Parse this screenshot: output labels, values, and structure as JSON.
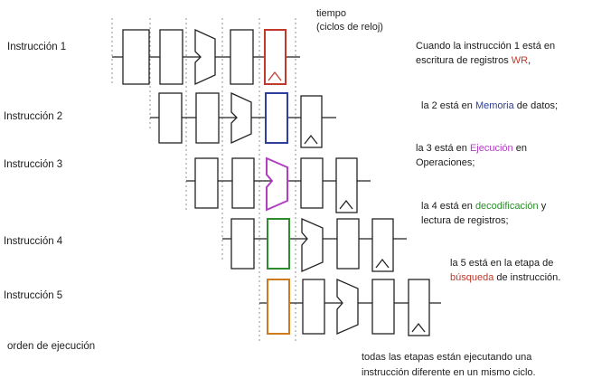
{
  "header": {
    "tiempo_line1": "tiempo",
    "tiempo_line2": "(ciclos de reloj)"
  },
  "instructions": [
    {
      "label": "Instrucción 1"
    },
    {
      "label": "Instrucción 2"
    },
    {
      "label": "Instrucción 3"
    },
    {
      "label": "Instrucción 4"
    },
    {
      "label": "Instrucción 5"
    }
  ],
  "orden_label": "orden de ejecución",
  "notes": {
    "n1_pre": "Cuando la instrucción 1 está en",
    "n1_l2_pre": "escritura de registros ",
    "n1_hl": "WR",
    "n1_post": ",",
    "n2_pre": "la 2 está en ",
    "n2_hl": "Memoria",
    "n2_post": " de datos;",
    "n3_pre": "la 3 está en ",
    "n3_hl": "Ejecución",
    "n3_post": " en",
    "n3_l2": "Operaciones;",
    "n4_pre": "la 4 está en ",
    "n4_hl": "decodificación",
    "n4_post": " y",
    "n4_l2": "lectura de registros;",
    "n5_l1": "la 5 está en la etapa de",
    "n5_hl": "búsqueda",
    "n5_post": " de instrucción.",
    "bottom_l1": "todas las etapas están ejecutando una",
    "bottom_l2": "instrucción diferente en un mismo ciclo."
  },
  "colors": {
    "wr": "#c0392b",
    "mem": "#2c3e9e",
    "exe": "#b040c0",
    "dec": "#2e8b2e",
    "fetch": "#d07a1e",
    "stroke": "#222222"
  }
}
